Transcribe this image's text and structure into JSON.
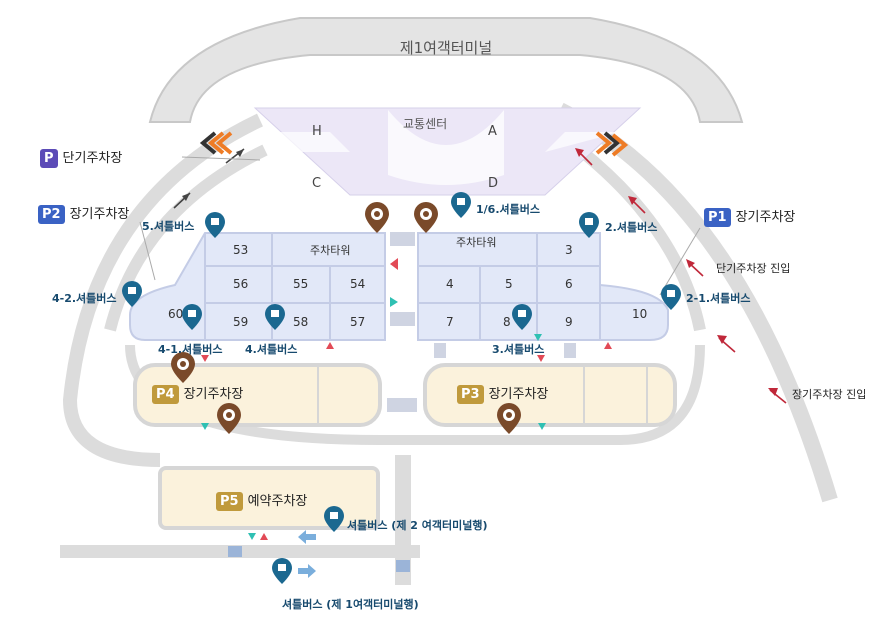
{
  "terminal": {
    "name": "제1여객터미널",
    "center": "교통센터",
    "gates": [
      "H",
      "A",
      "C",
      "D"
    ]
  },
  "zones": {
    "short_term": {
      "badge": "P",
      "label": "단기주차장"
    },
    "p1": {
      "badge": "P1",
      "label": "장기주차장"
    },
    "p2": {
      "badge": "P2",
      "label": "장기주차장"
    },
    "p3": {
      "badge": "P3",
      "label": "장기주차장"
    },
    "p4": {
      "badge": "P4",
      "label": "장기주차장"
    },
    "p5": {
      "badge": "P5",
      "label": "예약주차장"
    }
  },
  "blocks": {
    "left": {
      "tower": "주차타워",
      "numbers": [
        "53",
        "56",
        "55",
        "54",
        "60",
        "59",
        "58",
        "57"
      ]
    },
    "right": {
      "tower": "주차타워",
      "numbers": [
        "3",
        "4",
        "5",
        "6",
        "7",
        "8",
        "9",
        "10"
      ]
    }
  },
  "shuttle_stops": [
    "5.셔틀버스",
    "1/6.셔틀버스",
    "2.셔틀버스",
    "4-2.셔틀버스",
    "2-1.셔틀버스",
    "4-1.셔틀버스",
    "4.셔틀버스",
    "3.셔틀버스",
    "셔틀버스 (제 2 여객터미널행)",
    "셔틀버스 (제 1여객터미널행)"
  ],
  "road_labels": {
    "short_term_entry": "단기주차장 진입",
    "long_term_entry": "장기주차장 진입"
  },
  "colors": {
    "lot_blue": "#e2e8f8",
    "lot_cream": "#fbf2dc",
    "road": "#dcdcdc",
    "terminal": "#ece7f7",
    "badge_purple": "#5c4bb7",
    "badge_blue": "#3a62c4",
    "badge_gold": "#c09a3c",
    "pin_teal": "#1b6890",
    "pin_brown": "#7a4a2a",
    "arrow_red": "#c0283a",
    "chevron_orange": "#ee7c26"
  }
}
